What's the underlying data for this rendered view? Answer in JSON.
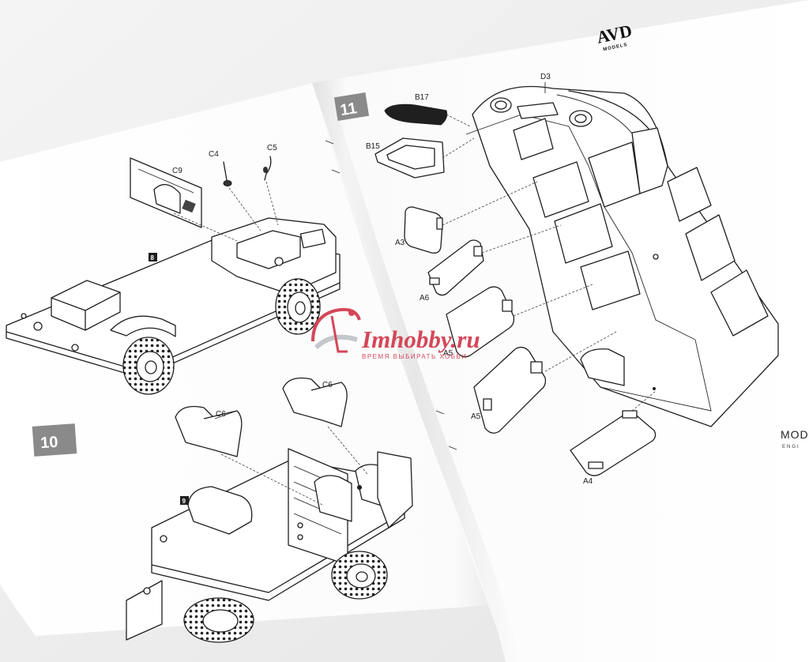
{
  "brand": {
    "logo": "AVD",
    "sub": "MODELS"
  },
  "edge_text": {
    "main": "MOD",
    "sub": "ENGI"
  },
  "watermark": {
    "site": "Imhobby.ru",
    "tagline": "ВРЕМЯ ВЫБИРАТЬ ХОББИ"
  },
  "steps": {
    "step_8": {
      "badge": "8",
      "labels": {
        "c9": "C9",
        "c4": "C4",
        "c5": "C5"
      }
    },
    "step_9": {
      "badge": "9",
      "labels": {
        "c6a": "C6",
        "c6b": "C6"
      }
    },
    "step_10": {
      "number": "10"
    },
    "step_11": {
      "number": "11",
      "labels": {
        "b17": "B17",
        "b15": "B15",
        "d3": "D3",
        "a3": "A3",
        "a6": "A6",
        "a5a": "A5",
        "a5b": "A5",
        "a4": "A4"
      }
    }
  }
}
